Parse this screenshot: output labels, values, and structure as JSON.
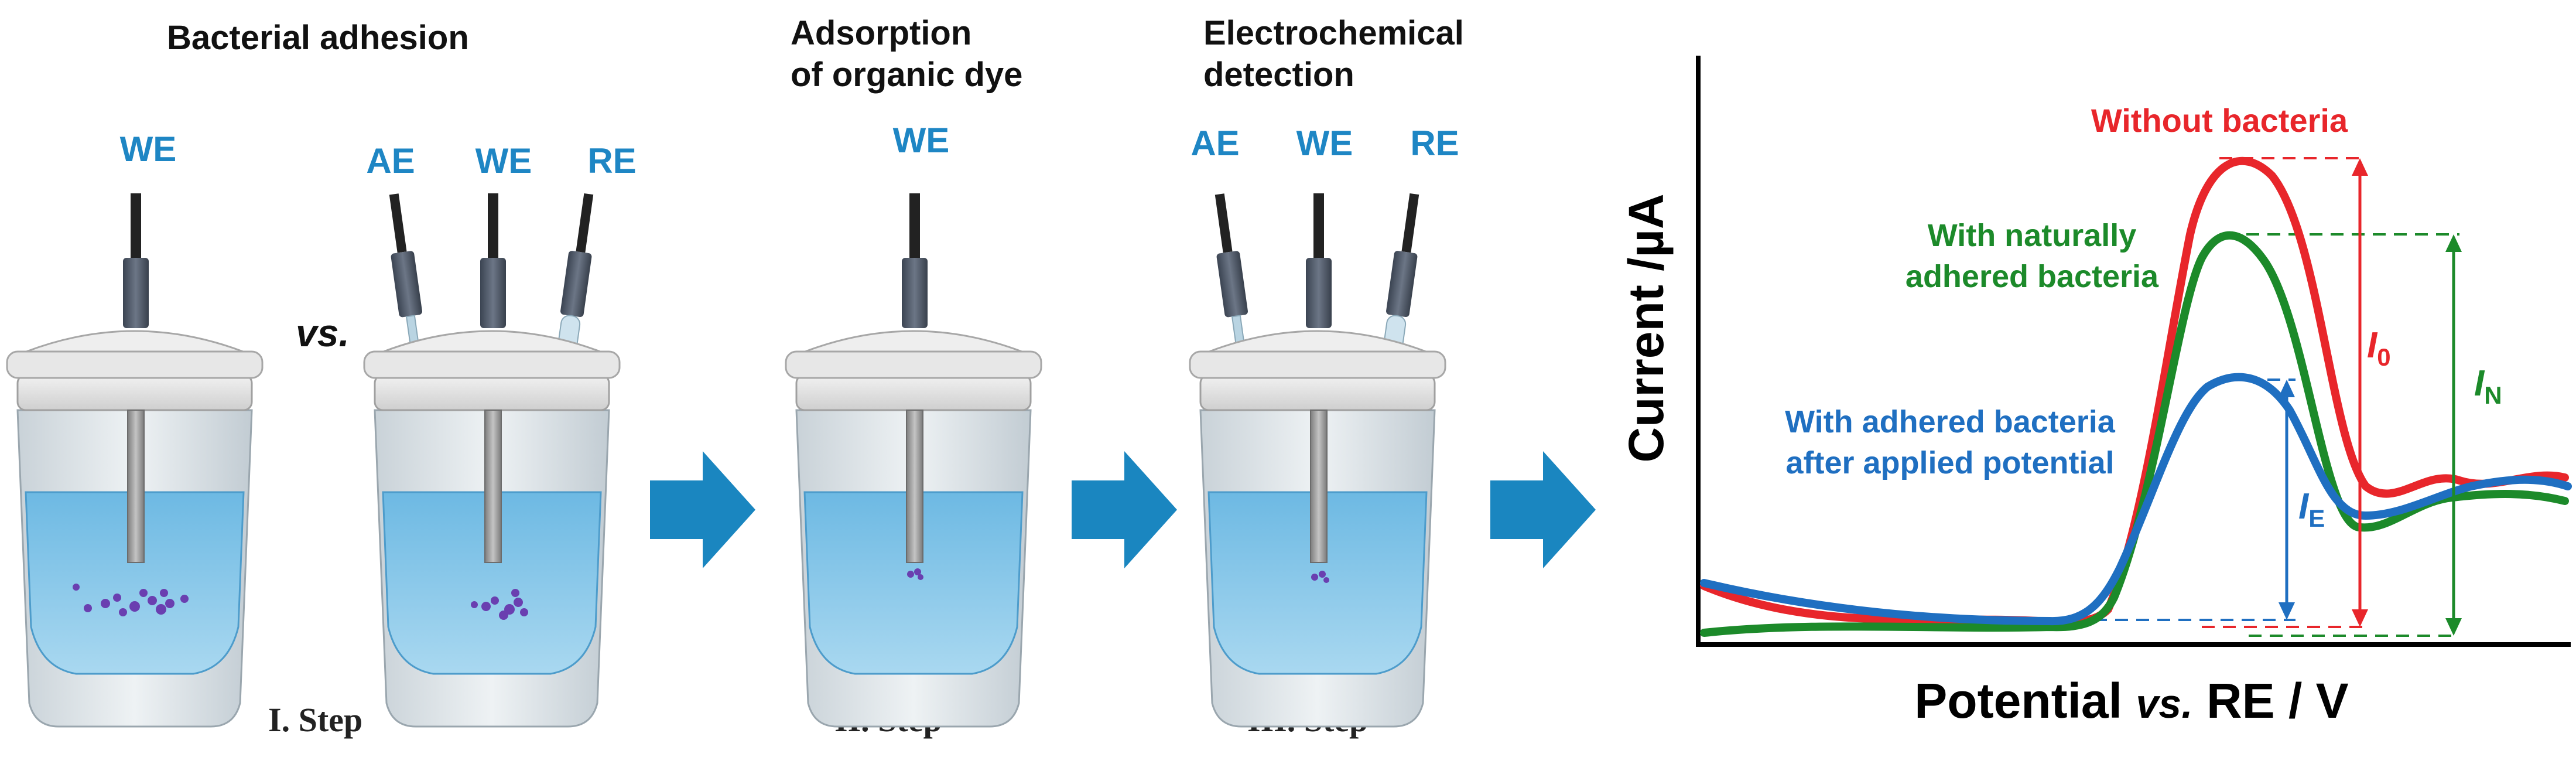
{
  "headings": {
    "step1": "Bacterial adhesion",
    "step2_line1": "Adsorption",
    "step2_line2": "of organic dye",
    "step3_line1": "Electrochemical",
    "step3_line2": "detection"
  },
  "vs_text": "vs.",
  "step_labels": {
    "step1": "I. Step",
    "step2": "II. Step",
    "step3": "III. Step"
  },
  "electrodes": {
    "cell1": [
      "WE"
    ],
    "cell2": [
      "AE",
      "WE",
      "RE"
    ],
    "cell3": [
      "WE"
    ],
    "cell4": [
      "AE",
      "WE",
      "RE"
    ]
  },
  "graph": {
    "ylabel": "Current /µA",
    "xlabel_part1": "Potential ",
    "xlabel_italic": "vs.",
    "xlabel_part2": " RE / V",
    "series": [
      {
        "name": "Without bacteria",
        "color": "#e8262b"
      },
      {
        "name_line1": "With naturally",
        "name_line2": "adhered bacteria",
        "color": "#1c8a2a"
      },
      {
        "name_line1": "With adhered bacteria",
        "name_line2": "after applied potential",
        "color": "#1f6fc1"
      }
    ],
    "markers": {
      "I0": {
        "symbol": "I",
        "sub": "0",
        "color": "#e8262b"
      },
      "IN": {
        "symbol": "I",
        "sub": "N",
        "color": "#1c8a2a"
      },
      "IE": {
        "symbol": "I",
        "sub": "E",
        "color": "#1f6fc1"
      }
    }
  },
  "colors": {
    "electrode_label": "#1e86c4",
    "arrow": "#1a86c0",
    "liquid": "#7fc3e6"
  }
}
